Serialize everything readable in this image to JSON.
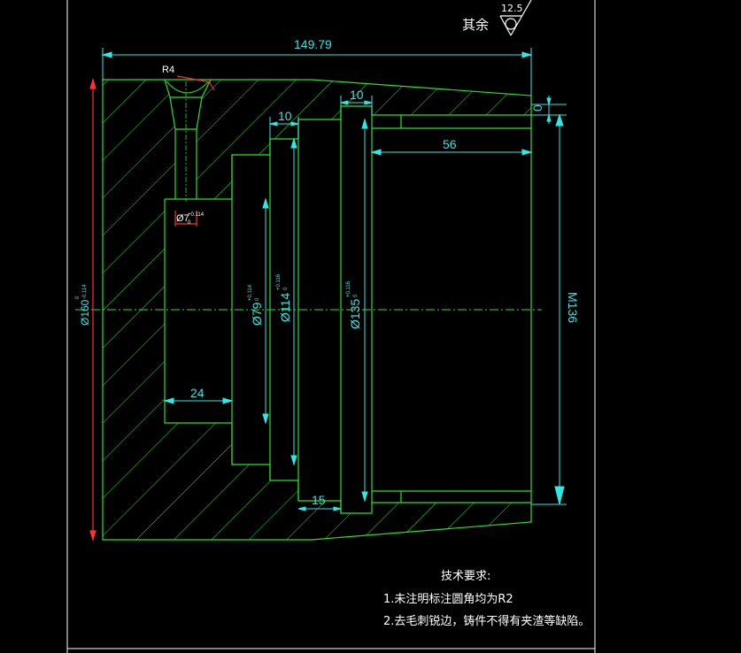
{
  "colors": {
    "background": "#000000",
    "outline": "#21e621",
    "dimension": "#2ee8e8",
    "red_dimension": "#ff3030",
    "text": "#ffffff",
    "frame": "#ffffff"
  },
  "roughness": {
    "label": "其余",
    "value": "12.5"
  },
  "dimensions": {
    "overall_length": "149.79",
    "groove_width_1": "10",
    "groove_width_2": "10",
    "thread_length": "56",
    "bore_depth": "24",
    "step_width": "15",
    "thread_offset": "0",
    "thread_dia": "M136",
    "outer_dia": "Ø160",
    "outer_dia_tol_upper": "0",
    "outer_dia_tol_lower": "-0.114",
    "bore_dia": "Ø79",
    "bore_dia_tol_upper": "+0.114",
    "bore_dia_tol_lower": "0",
    "groove_dia_1": "Ø114",
    "groove_dia_1_tol_upper": "+0.116",
    "groove_dia_1_tol_lower": "0",
    "groove_dia_2": "Ø135",
    "groove_dia_2_tol_upper": "+0.116",
    "groove_dia_2_tol_lower": "0",
    "hole_dia": "Ø7",
    "hole_dia_tol_upper": "+0.114",
    "hole_dia_tol_lower": "0",
    "radius": "R4"
  },
  "notes": {
    "title": "技术要求:",
    "lines": [
      "1.未注明标注圆角均为R2",
      "2.去毛刺锐边，铸件不得有夹渣等缺陷。"
    ]
  }
}
